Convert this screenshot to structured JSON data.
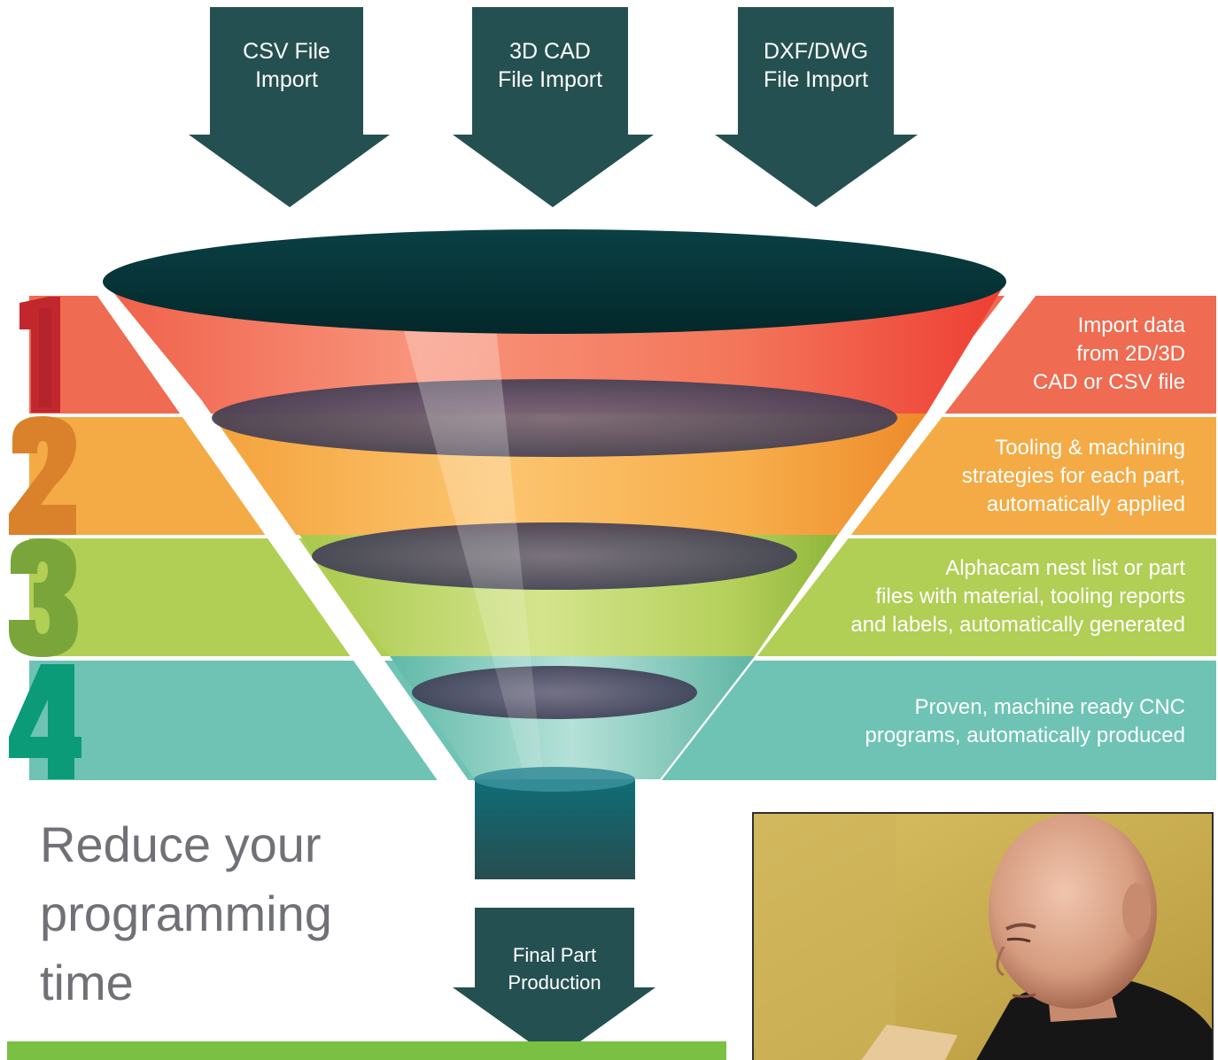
{
  "inputs": [
    {
      "line1": "CSV File",
      "line2": "Import"
    },
    {
      "line1": "3D CAD",
      "line2": "File Import"
    },
    {
      "line1": "DXF/DWG",
      "line2": "File Import"
    }
  ],
  "steps": [
    {
      "number": "1",
      "color": "#ef6b51",
      "numeral_color": "#c1272d",
      "lines": [
        "Import data",
        "from 2D/3D",
        "CAD or CSV file"
      ]
    },
    {
      "number": "2",
      "color": "#f4ab45",
      "numeral_color": "#d9822b",
      "lines": [
        "Tooling & machining",
        "strategies for each part,",
        "automatically applied"
      ]
    },
    {
      "number": "3",
      "color": "#b1ce55",
      "numeral_color": "#7aa53a",
      "lines": [
        "Alphacam nest list or part",
        "files with material, tooling reports",
        "and labels, automatically generated"
      ]
    },
    {
      "number": "4",
      "color": "#6ec3b4",
      "numeral_color": "#0b9b78",
      "lines": [
        "Proven, machine ready CNC",
        "programs, automatically produced"
      ]
    }
  ],
  "output": {
    "line1": "Final Part",
    "line2": "Production"
  },
  "headline": [
    "Reduce your",
    "programming",
    "time"
  ],
  "colors": {
    "arrow": "#255052",
    "funnel_top": "#05373a",
    "accent_bar": "#7ac143"
  },
  "photo": {
    "subject": "man-reading-document"
  }
}
